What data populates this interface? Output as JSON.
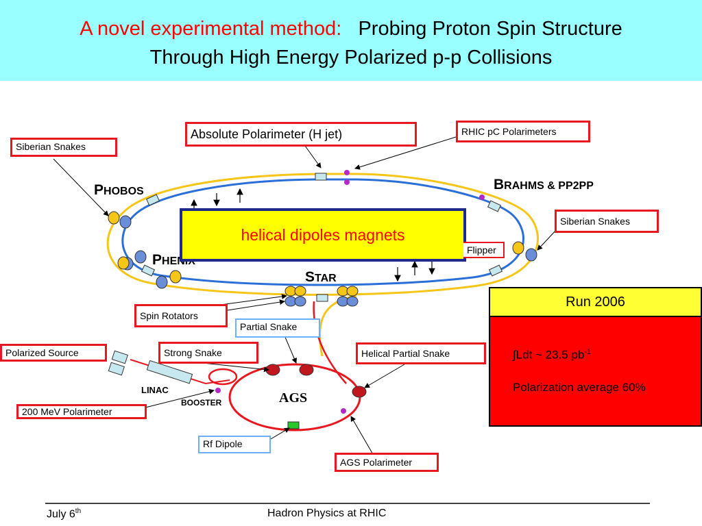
{
  "title": {
    "highlight": "A novel experimental method:",
    "rest": "Probing Proton Spin Structure",
    "line2": "Through High Energy Polarized p-p Collisions"
  },
  "labels": {
    "siberian_snakes_left": "Siberian Snakes",
    "abs_polarimeter": "Absolute Polarimeter (H jet)",
    "rhic_pc_polarimeters": "RHIC pC Polarimeters",
    "siberian_snakes_right": "Siberian Snakes",
    "spin_flipper": "Flipper",
    "spin_rotators": "Spin Rotators",
    "partial_snake": "Partial Snake",
    "polarized_source": "Polarized Source",
    "strong_snake": "Strong Snake",
    "helical_partial_snake": "Helical Partial Snake",
    "mev_polarimeter": "200 MeV Polarimeter",
    "rf_dipole": "Rf Dipole",
    "ags_polarimeter": "AGS Polarimeter"
  },
  "detectors": {
    "phobos": {
      "cap": "P",
      "rest": "HOBOS"
    },
    "brahms": {
      "cap": "B",
      "rest": "RAHMS & PP2PP"
    },
    "phenix": {
      "cap": "P",
      "rest": "HENIX"
    },
    "star": {
      "cap": "S",
      "rest": "TAR"
    }
  },
  "ags": "AGS",
  "linac": "LINAC",
  "booster": "BOOSTER",
  "helical_box": "helical dipoles magnets",
  "run": {
    "heading": "Run 2006",
    "line1_prefix": "∫Ldt ~ 23.5 pb",
    "line1_sup": "-1",
    "line2": "Polarization average 60%"
  },
  "footer": {
    "date": "July 6",
    "date_sup": "th",
    "center": "Hadron Physics at RHIC"
  },
  "colors": {
    "header_bg": "#99ffff",
    "title_red": "#ff0000",
    "ring_yellow": "#f5c518",
    "ring_blue": "#2a6ed8",
    "label_border": "#e8171f",
    "ags_red": "#e8171f"
  }
}
